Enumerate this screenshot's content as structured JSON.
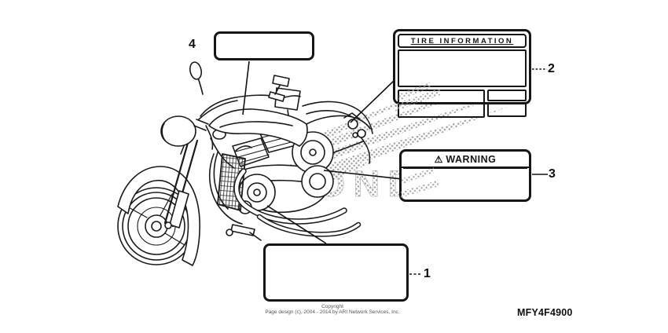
{
  "canvas": {
    "background": "#ffffff",
    "ink": "#1a1a1a",
    "halftone": "#9a9a9a"
  },
  "watermark": {
    "brand": "HONDA"
  },
  "labels": {
    "tire": {
      "callout": "2",
      "title": "TIRE INFORMATION"
    },
    "warning": {
      "callout": "3",
      "title": "WARNING",
      "icon": "⚠"
    },
    "caution_upper": {
      "callout": "4"
    },
    "caution_lower": {
      "callout": "1"
    }
  },
  "callouts": {
    "c1": "1",
    "c2": "2",
    "c3": "3",
    "c4": "4"
  },
  "footer": {
    "copyright_line1": "Copyright",
    "copyright_line2": "Page design (c), 2004 - 2014 by ARI Network Services, Inc.",
    "diagram_code": "MFY4F4900"
  }
}
